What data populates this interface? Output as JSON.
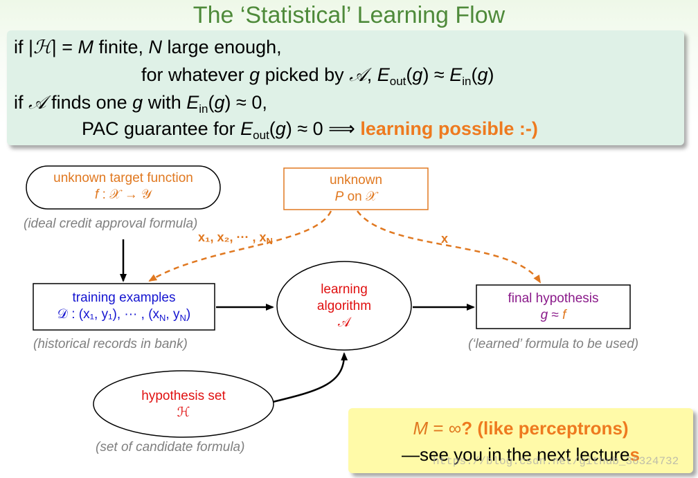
{
  "title": "The ‘Statistical’ Learning Flow",
  "summary": {
    "line1_a": "if |",
    "line1_H": "ℋ",
    "line1_b": "| = ",
    "line1_M": "M",
    "line1_c": " finite, ",
    "line1_N": "N",
    "line1_d": " large enough,",
    "line2_a": "for whatever ",
    "line2_g": "g",
    "line2_b": " picked by ",
    "line2_A": "𝒜",
    "line2_c": ", ",
    "line2_E": "E",
    "line2_out": "out",
    "line2_d": "(",
    "line2_g2": "g",
    "line2_e": ") ≈ ",
    "line2_E2": "E",
    "line2_in": "in",
    "line2_f": "(",
    "line2_g3": "g",
    "line2_h": ")",
    "line3_a": "if ",
    "line3_A": "𝒜",
    "line3_b": " finds one ",
    "line3_g": "g",
    "line3_c": " with ",
    "line3_E": "E",
    "line3_in": "in",
    "line3_d": "(",
    "line3_g2": "g",
    "line3_e": ") ≈ 0,",
    "line4_a": "PAC guarantee for ",
    "line4_E": "E",
    "line4_out": "out",
    "line4_b": "(",
    "line4_g": "g",
    "line4_c": ") ≈ 0 ⟹ ",
    "line4_highlight": "learning possible :-)"
  },
  "diagram": {
    "target": {
      "line1": "unknown target function",
      "f": "f",
      "rest": " : 𝒳 → 𝒴"
    },
    "target_caption": "(ideal credit approval formula)",
    "distribution": {
      "line1": "unknown",
      "P": "P",
      "rest": " on 𝒳"
    },
    "edge_samples": "x₁, x₂, ··· , x",
    "edge_samples_sub": "N",
    "edge_x": "x",
    "training": {
      "line1": "training examples",
      "D": "𝒟",
      "rest": " : (x₁, y₁), ··· , (x",
      "sub": "N",
      "end": ", y",
      "sub2": "N",
      "close": ")"
    },
    "training_caption": "(historical records in bank)",
    "algorithm": {
      "line1": "learning",
      "line2": "algorithm",
      "line3": "𝒜"
    },
    "final": {
      "line1": "final hypothesis",
      "g": "g",
      "approx": " ≈ ",
      "f": "f"
    },
    "final_caption": "(‘learned’ formula to be used)",
    "hypothesis_set": {
      "line1": "hypothesis set",
      "line2": "ℋ"
    },
    "hypothesis_caption": "(set of candidate formula)"
  },
  "note": {
    "M": "M",
    "eq": " = ∞",
    "rest": "? (like perceptrons)",
    "line2_a": "—see you in the next lecture",
    "line2_s": "s"
  },
  "watermark": "https://blog.csdn.net/github_36324732",
  "colors": {
    "title_green": "#4e8a3a",
    "summary_bg": "#dff1e7",
    "orange": "#e07820",
    "blue": "#1414d0",
    "red": "#e01010",
    "purple": "#8a1a8a",
    "note_bg": "#fffaa8"
  }
}
